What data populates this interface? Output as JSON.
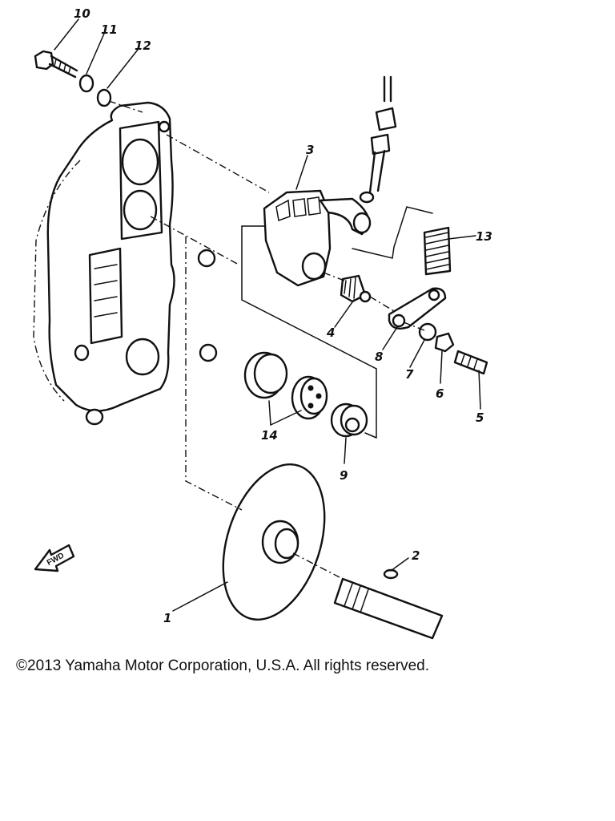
{
  "diagram": {
    "part_numbers": [
      "1",
      "2",
      "3",
      "4",
      "5",
      "6",
      "7",
      "8",
      "9",
      "10",
      "11",
      "12",
      "13",
      "14"
    ],
    "direction_arrow": "FWD",
    "icons": {
      "direction": "forward-arrow-icon"
    }
  },
  "footer": {
    "copyright": "©2013 Yamaha Motor Corporation, U.S.A. All rights reserved."
  }
}
